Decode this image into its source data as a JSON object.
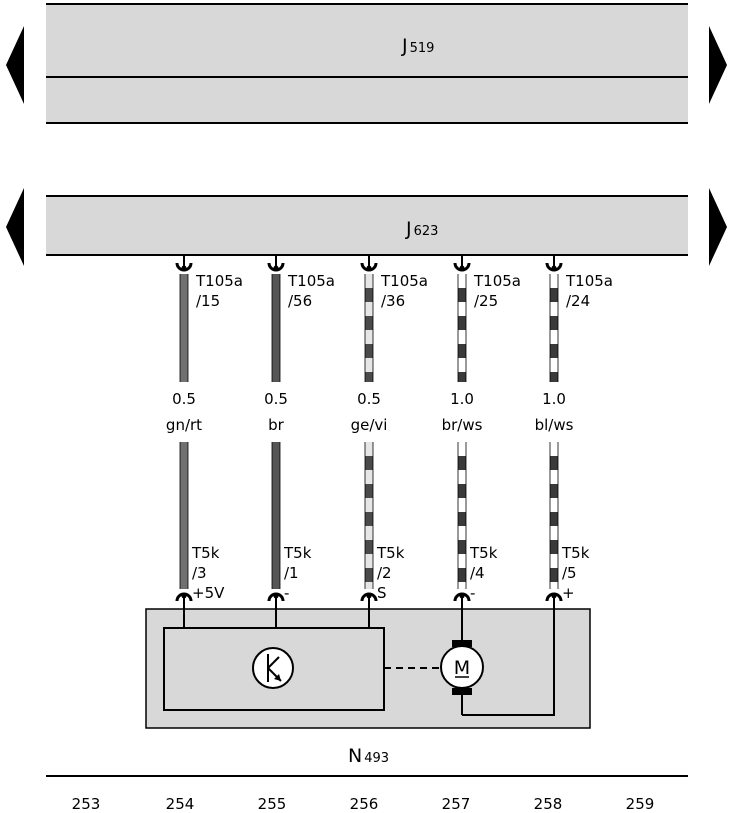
{
  "components": {
    "j519": {
      "letter": "J",
      "number": "519"
    },
    "j623": {
      "letter": "J",
      "number": "623"
    },
    "n493": {
      "letter": "N",
      "number": "493"
    }
  },
  "wires": [
    {
      "upper_conn": "T105a",
      "upper_pin": "/15",
      "size": "0.5",
      "color_code": "gn/rt",
      "lower_conn": "T5k",
      "lower_pin": "/3",
      "terminal": "+5V",
      "colors": [
        "#707070",
        "#707070"
      ]
    },
    {
      "upper_conn": "T105a",
      "upper_pin": "/56",
      "size": "0.5",
      "color_code": "br",
      "lower_conn": "T5k",
      "lower_pin": "/1",
      "terminal": "-",
      "colors": [
        "#555555",
        "#555555"
      ]
    },
    {
      "upper_conn": "T105a",
      "upper_pin": "/36",
      "size": "0.5",
      "color_code": "ge/vi",
      "lower_conn": "T5k",
      "lower_pin": "/2",
      "terminal": "S",
      "colors": [
        "#e6e6e6",
        "#4a4a4a"
      ]
    },
    {
      "upper_conn": "T105a",
      "upper_pin": "/25",
      "size": "1.0",
      "color_code": "br/ws",
      "lower_conn": "T5k",
      "lower_pin": "/4",
      "terminal": "-",
      "colors": [
        "#ffffff",
        "#3a3a3a"
      ]
    },
    {
      "upper_conn": "T105a",
      "upper_pin": "/24",
      "size": "1.0",
      "color_code": "bl/ws",
      "lower_conn": "T5k",
      "lower_pin": "/5",
      "terminal": "+",
      "colors": [
        "#ffffff",
        "#3a3a3a"
      ]
    }
  ],
  "motor_symbol": "M",
  "grid_numbers": [
    "253",
    "254",
    "255",
    "256",
    "257",
    "258",
    "259"
  ],
  "colors": {
    "component_fill": "#d8d8d8",
    "line": "#000000"
  }
}
